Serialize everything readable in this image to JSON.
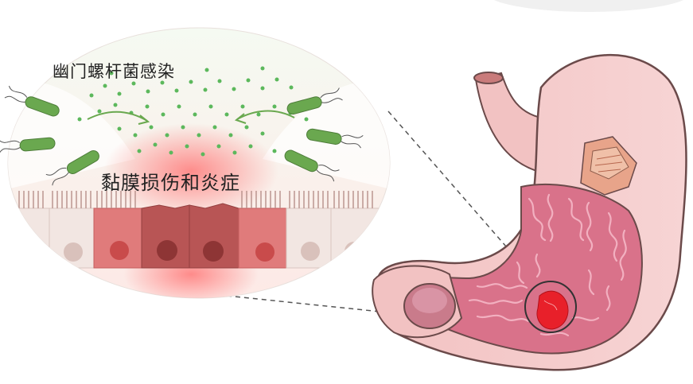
{
  "labels": {
    "infection": "幽门螺杆菌感染",
    "damage": "黏膜损伤和炎症"
  },
  "icons": {
    "bacteria": "helicobacter-bacterium-icon",
    "stomach": "stomach-cross-section",
    "lesion": "ulcer-lesion"
  },
  "colors": {
    "bacteria": "#6aa84f",
    "spores": "#5cb85c",
    "inflamed_cell": "#e07b7b",
    "damaged_cell": "#b85555",
    "healthy_cell": "#f2e6e2",
    "stomach_outer": "#f4c7c7",
    "mucosa": "#d9728a",
    "lesion": "#e8202a"
  }
}
